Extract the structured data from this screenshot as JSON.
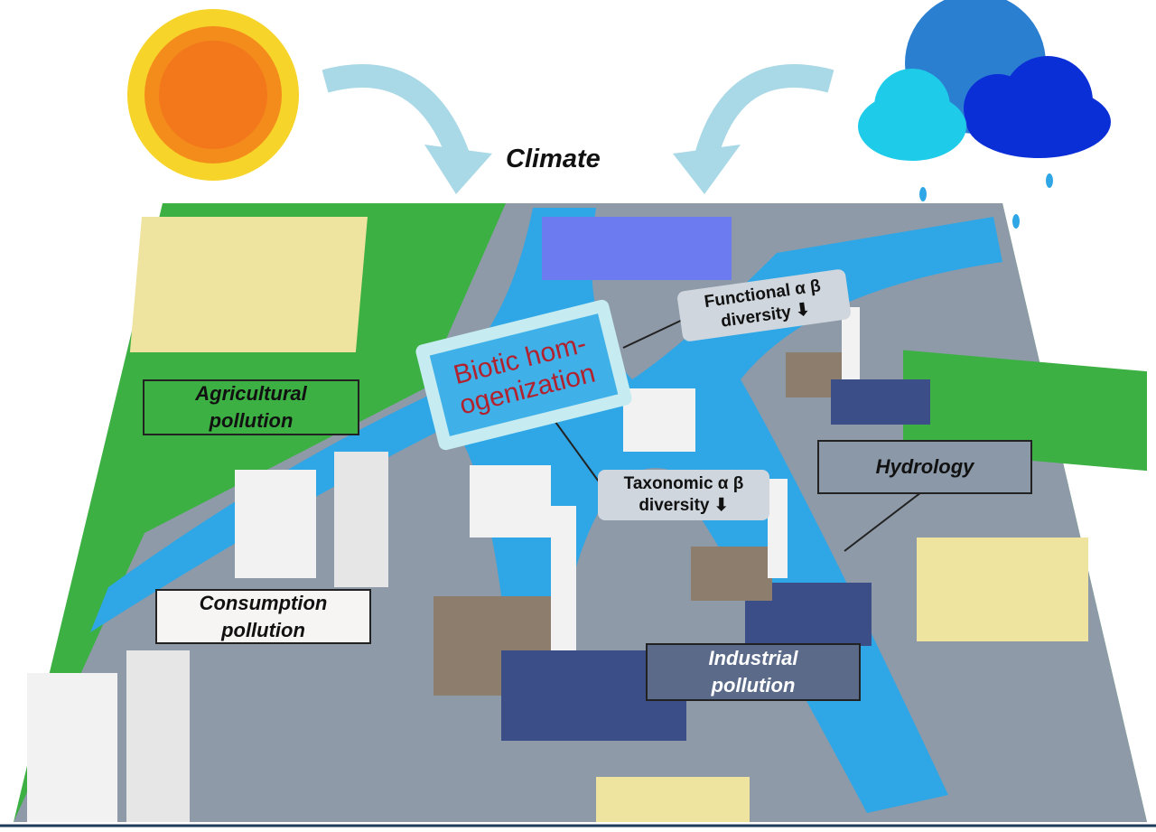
{
  "title": "Climate",
  "labels": {
    "agricultural": "Agricultural pollution",
    "consumption": "Consumption pollution",
    "industrial": "Industrial pollution",
    "hydrology": "Hydrology",
    "biotic": "Biotic hom-ogenization",
    "functional": "Functional α β diversity ⬇",
    "taxonomic": "Taxonomic α β diversity ⬇"
  },
  "colors": {
    "water": "#2fa6e6",
    "land": "#3cb043",
    "urban": "#8e9aa8",
    "label_red": "#b2222e"
  }
}
